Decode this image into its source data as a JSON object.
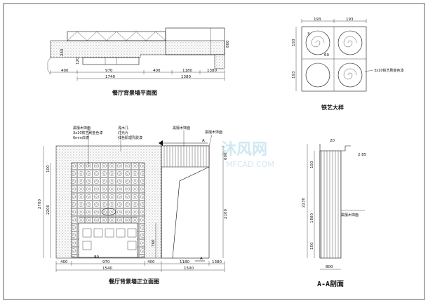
{
  "drawing": {
    "titles": {
      "plan": "餐厅背景墙平面图",
      "iron": "铁艺大样",
      "elevation": "餐厅背景墙正立面图",
      "section": "A-A剖面"
    },
    "plan_dims": {
      "d240": "240",
      "d800": "800",
      "d120": "120",
      "bottom": [
        "400",
        "970",
        "400",
        "1180",
        "1380"
      ],
      "total_left": "1740",
      "total_right": "1380"
    },
    "iron_dims": {
      "top": [
        "193",
        "193"
      ],
      "left": [
        "193",
        "193"
      ],
      "r3": "3",
      "r60": "60",
      "note": "3x10铁艺刷金色漆"
    },
    "elevation_notes": {
      "n1": "黑檀木饰面",
      "n2": "3x10铁艺刷金色漆",
      "n3": "6mm白镜",
      "n4": "浅木几",
      "n5": "灯光片",
      "n6": "红色肌理乳胶漆",
      "n7": "黑檀木饰面",
      "n8": "黑檀木饰面",
      "marker": "A",
      "marker2": "A"
    },
    "elevation_dims": {
      "left_total": "2700",
      "left_2000": "2200",
      "left_100": "100",
      "right_600": "600",
      "right_2100": "2100",
      "mid_760": "760",
      "bottom": [
        "400",
        "970",
        "400",
        "1180",
        "1380"
      ],
      "total_left": "1540",
      "total_right": "1500",
      "bottom2": "80"
    },
    "section_dims": {
      "top": "20",
      "top2": "2.85",
      "v1": "150",
      "v2": "2230",
      "v3": "1800",
      "v4": "150",
      "bottom": "800",
      "note": "黑檀木饰面"
    },
    "watermark": {
      "main": "沐风网",
      "sub": "MFCAD.COM"
    }
  }
}
